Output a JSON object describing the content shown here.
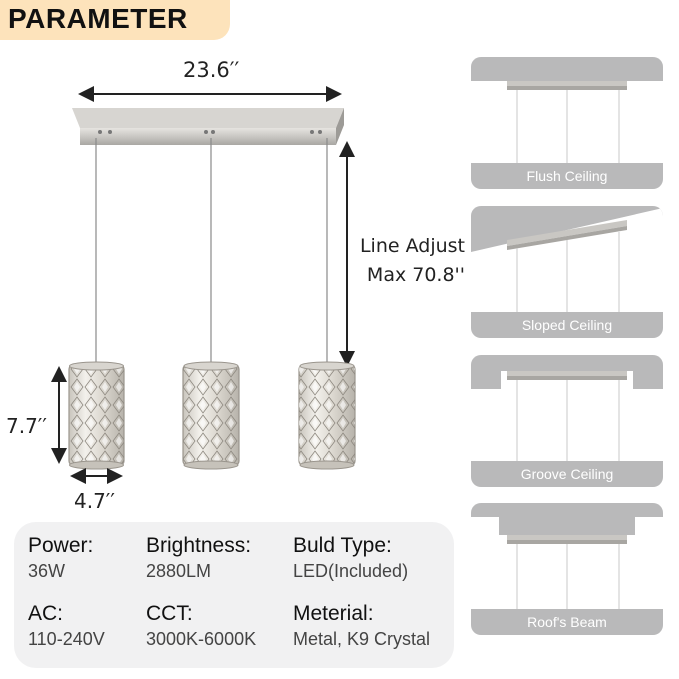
{
  "header": {
    "title": "PARAMETER"
  },
  "dimensions": {
    "width": "23.6′′",
    "line_adjust_line1": "Line Adjust",
    "line_adjust_line2": "Max 70.8''",
    "shade_height": "7.7′′",
    "shade_width": "4.7′′"
  },
  "specs": [
    {
      "label": "Power:",
      "value": "36W"
    },
    {
      "label": "Brightness:",
      "value": "2880LM"
    },
    {
      "label": "Buld Type:",
      "value": "LED(Included)"
    },
    {
      "label": "AC:",
      "value": "110-240V"
    },
    {
      "label": "CCT:",
      "value": "3000K-6000K"
    },
    {
      "label": "Meterial:",
      "value": "Metal, K9 Crystal"
    }
  ],
  "installations": [
    {
      "caption": "Flush Ceiling"
    },
    {
      "caption": "Sloped Ceiling"
    },
    {
      "caption": "Groove Ceiling"
    },
    {
      "caption": "Roof's Beam"
    }
  ],
  "colors": {
    "badge": "#fde3bb",
    "panel_gray": "#b9b9ba",
    "spec_panel": "#f1f1f2",
    "fixture_metal": "#c8c6c2"
  }
}
